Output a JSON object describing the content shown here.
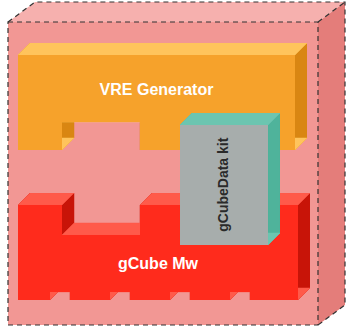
{
  "diagram": {
    "nodes": [
      {
        "text": [
          "VRE Generator"
        ]
      },
      {
        "text": [
          "gCubeData kit"
        ]
      },
      {
        "text": [
          "gCube Mw"
        ]
      }
    ]
  }
}
